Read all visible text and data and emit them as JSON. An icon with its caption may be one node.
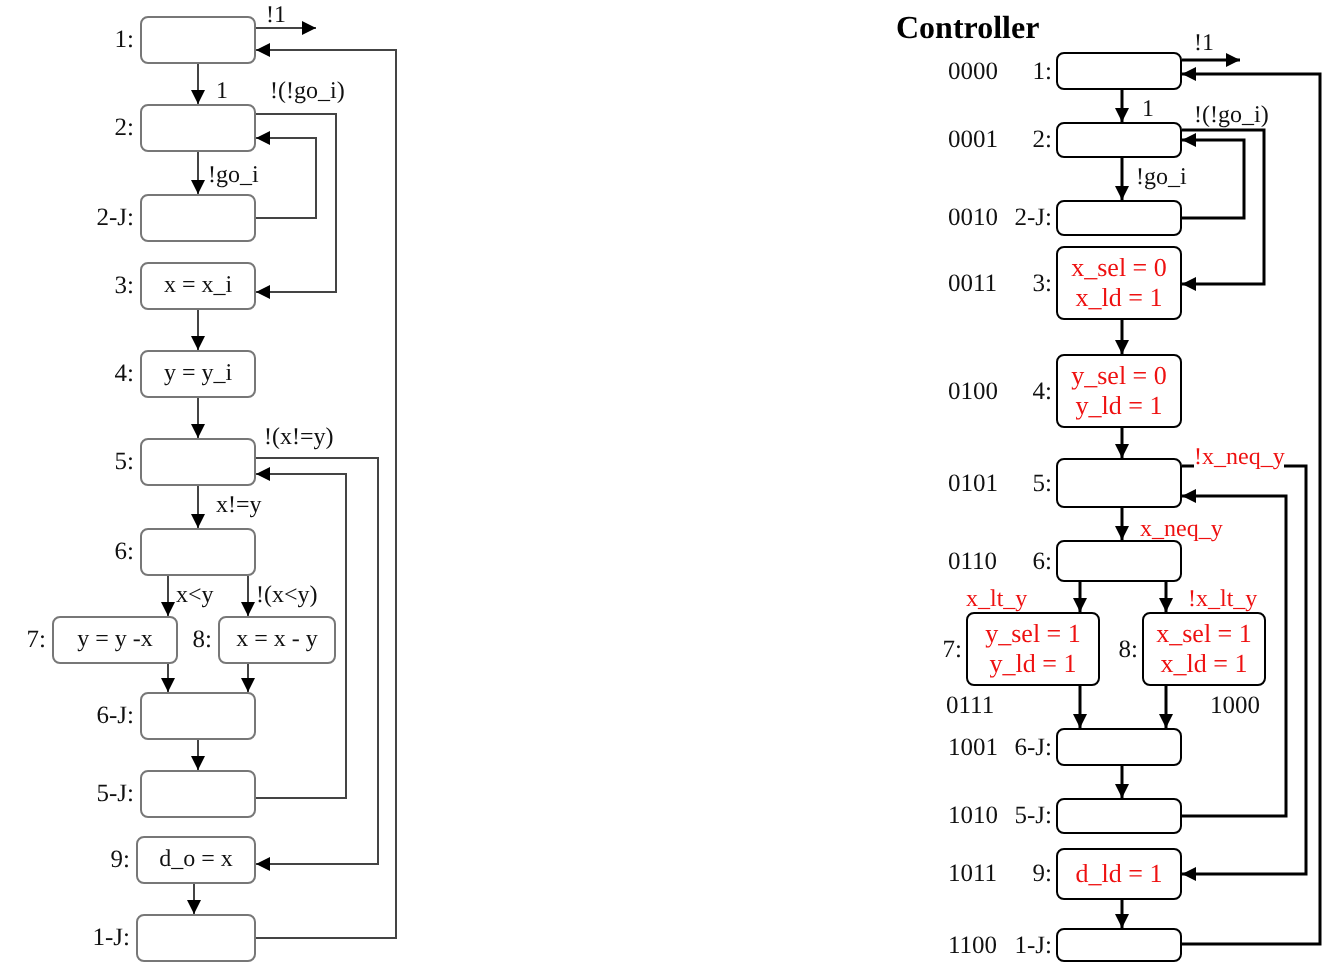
{
  "diagram": {
    "title": "Controller",
    "nodes": [
      {
        "text": [],
        "shape": "box",
        "beside": [
          "1:"
        ]
      },
      {
        "text": [],
        "shape": "box",
        "beside": [
          "2:"
        ]
      },
      {
        "text": [],
        "shape": "box",
        "beside": [
          "2-J:"
        ]
      },
      {
        "text": [
          "x = x_i"
        ],
        "beside": [
          "3:"
        ]
      },
      {
        "text": [
          "y = y_i"
        ],
        "beside": [
          "4:"
        ]
      },
      {
        "text": [],
        "shape": "box",
        "beside": [
          "5:"
        ]
      },
      {
        "text": [],
        "shape": "box",
        "beside": [
          "6:"
        ]
      },
      {
        "text": [
          "y = y -x"
        ],
        "beside": [
          "7:"
        ]
      },
      {
        "text": [
          "x = x - y"
        ],
        "beside": [
          "8:"
        ]
      },
      {
        "text": [],
        "shape": "box",
        "beside": [
          "6-J:"
        ]
      },
      {
        "text": [],
        "shape": "box",
        "beside": [
          "5-J:"
        ]
      },
      {
        "text": [
          "d_o = x"
        ],
        "beside": [
          "9:"
        ]
      },
      {
        "text": [],
        "shape": "box",
        "beside": [
          "1-J:"
        ]
      },
      {
        "text": [],
        "shape": "box",
        "beside": [
          "0000",
          "1:"
        ]
      },
      {
        "text": [],
        "shape": "box",
        "beside": [
          "0001",
          "2:"
        ]
      },
      {
        "text": [],
        "shape": "box",
        "beside": [
          "0010",
          "2-J:"
        ]
      },
      {
        "text": [
          "x_sel = 0",
          "x_ld = 1"
        ],
        "beside": [
          "0011",
          "3:"
        ]
      },
      {
        "text": [
          "y_sel = 0",
          "y_ld = 1"
        ],
        "beside": [
          "0100",
          "4:"
        ]
      },
      {
        "text": [],
        "shape": "box",
        "beside": [
          "0101",
          "5:"
        ]
      },
      {
        "text": [],
        "shape": "box",
        "beside": [
          "0110",
          "6:"
        ]
      },
      {
        "text": [
          "y_sel = 1",
          "y_ld = 1"
        ],
        "beside": [
          "7:",
          "0111"
        ]
      },
      {
        "text": [
          "x_sel = 1",
          "x_ld = 1"
        ],
        "beside": [
          "8:",
          "1000"
        ]
      },
      {
        "text": [],
        "shape": "box",
        "beside": [
          "1001",
          "6-J:"
        ]
      },
      {
        "text": [],
        "shape": "box",
        "beside": [
          "1010",
          "5-J:"
        ]
      },
      {
        "text": [
          "d_ld = 1"
        ],
        "beside": [
          "1011",
          "9:"
        ]
      },
      {
        "text": [],
        "shape": "box",
        "beside": [
          "1100",
          "1-J:"
        ]
      }
    ],
    "edges": [
      {
        "from": 0,
        "to": null,
        "arrow": "to",
        "label": "!1"
      },
      {
        "from": 0,
        "to": 1,
        "arrow": "to",
        "label": "1"
      },
      {
        "from": 1,
        "to": 2,
        "arrow": "to",
        "label": "!go_i"
      },
      {
        "from": 2,
        "to": 1,
        "arrow": "to"
      },
      {
        "from": 1,
        "to": 3,
        "arrow": "to",
        "label": "!(!go_i)"
      },
      {
        "from": 3,
        "to": 4,
        "arrow": "to"
      },
      {
        "from": 4,
        "to": 5,
        "arrow": "to"
      },
      {
        "from": 5,
        "to": 6,
        "arrow": "to",
        "label": "x!=y"
      },
      {
        "from": 5,
        "to": 11,
        "arrow": "to",
        "label": "!(x!=y)"
      },
      {
        "from": 6,
        "to": 7,
        "arrow": "to",
        "label": "x<y"
      },
      {
        "from": 6,
        "to": 8,
        "arrow": "to",
        "label": "!(x<y)"
      },
      {
        "from": 7,
        "to": 9,
        "arrow": "to"
      },
      {
        "from": 8,
        "to": 9,
        "arrow": "to"
      },
      {
        "from": 9,
        "to": 10,
        "arrow": "to"
      },
      {
        "from": 10,
        "to": 5,
        "arrow": "to"
      },
      {
        "from": 11,
        "to": 12,
        "arrow": "to"
      },
      {
        "from": 12,
        "to": 0,
        "arrow": "to"
      },
      {
        "from": 13,
        "to": null,
        "arrow": "to",
        "label": "!1"
      },
      {
        "from": 13,
        "to": 14,
        "arrow": "to",
        "label": "1"
      },
      {
        "from": 14,
        "to": 15,
        "arrow": "to",
        "label": "!go_i"
      },
      {
        "from": 15,
        "to": 14,
        "arrow": "to"
      },
      {
        "from": 14,
        "to": 16,
        "arrow": "to",
        "label": "!(!go_i)"
      },
      {
        "from": 16,
        "to": 17,
        "arrow": "to"
      },
      {
        "from": 17,
        "to": 18,
        "arrow": "to"
      },
      {
        "from": 18,
        "to": 19,
        "arrow": "to",
        "label": "x_neq_y"
      },
      {
        "from": 18,
        "to": 24,
        "arrow": "to",
        "label": "!x_neq_y"
      },
      {
        "from": 19,
        "to": 20,
        "arrow": "to",
        "label": "x_lt_y"
      },
      {
        "from": 19,
        "to": 21,
        "arrow": "to",
        "label": "!x_lt_y"
      },
      {
        "from": 20,
        "to": 22,
        "arrow": "to"
      },
      {
        "from": 21,
        "to": 22,
        "arrow": "to"
      },
      {
        "from": 22,
        "to": 23,
        "arrow": "to"
      },
      {
        "from": 23,
        "to": 18,
        "arrow": "to"
      },
      {
        "from": 24,
        "to": 25,
        "arrow": "to"
      },
      {
        "from": 25,
        "to": 13,
        "arrow": "to"
      }
    ]
  }
}
